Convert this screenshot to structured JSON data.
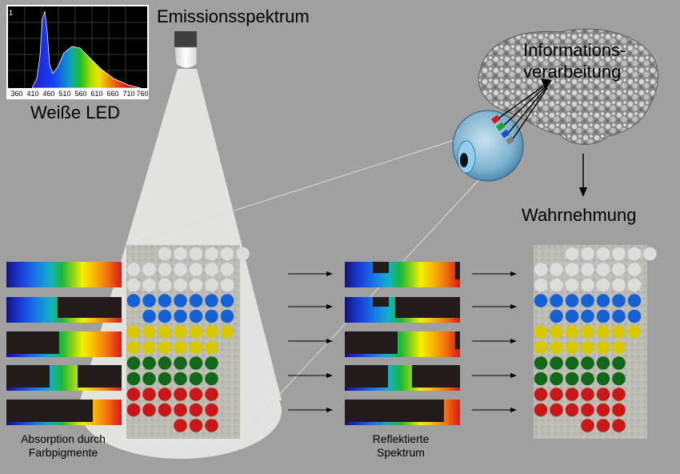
{
  "labels": {
    "emission": "Emissionsspektrum",
    "led": "Weiße LED",
    "info_1": "Informations-",
    "info_2": "verarbeitung",
    "perception": "Wahrnehmung",
    "absorption_1": "Absorption durch",
    "absorption_2": "Farbpigmente",
    "reflected_1": "Reflektierte",
    "reflected_2": "Spektrum"
  },
  "spectrum_chart": {
    "y_tick": "1",
    "x_ticks": [
      "360",
      "410",
      "460",
      "510",
      "560",
      "610",
      "660",
      "710",
      "760"
    ]
  },
  "dot_colors": {
    "white": "#dcdcdc",
    "blue": "#1560d4",
    "yellow": "#d8c800",
    "green": "#106818",
    "red": "#c81818"
  },
  "panel_rows": [
    {
      "color": "white",
      "count": 6,
      "offset": 2
    },
    {
      "color": "white",
      "count": 7,
      "offset": 0
    },
    {
      "color": "white",
      "count": 7,
      "offset": 0
    },
    {
      "color": "blue",
      "count": 7,
      "offset": 0
    },
    {
      "color": "blue",
      "count": 6,
      "offset": 1
    },
    {
      "color": "yellow",
      "count": 7,
      "offset": 0
    },
    {
      "color": "yellow",
      "count": 6,
      "offset": 0
    },
    {
      "color": "green",
      "count": 6,
      "offset": 0
    },
    {
      "color": "green",
      "count": 6,
      "offset": 0
    },
    {
      "color": "red",
      "count": 6,
      "offset": 0
    },
    {
      "color": "red",
      "count": 6,
      "offset": 0
    },
    {
      "color": "red",
      "count": 3,
      "offset": 3
    }
  ]
}
